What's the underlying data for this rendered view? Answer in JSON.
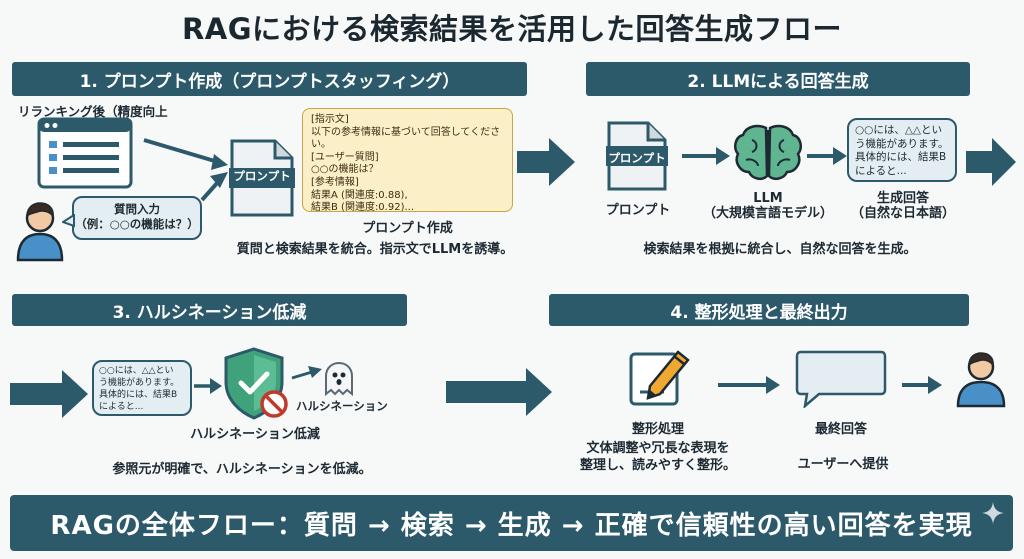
{
  "title": "RAGにおける検索結果を活用した回答生成フロー",
  "sections": {
    "s1": {
      "header": "1. プロンプト作成（プロンプトスタッフィング）",
      "rerank_label": "リランキング後（精度向上",
      "question_bubble": [
        "質問入力",
        "（例：○○の機能は？）"
      ],
      "doc_label": "プロンプト",
      "prompt_lines": [
        "[指示文]",
        "以下の参考情報に基づいて回答してくださ",
        "い。",
        "[ユーザー質問]",
        "○○の機能は？",
        "[参考情報]",
        "結果A (関連度:0.88),",
        "結果B (関連度:0.92)..."
      ],
      "caption_title": "プロンプト作成",
      "caption_desc": "質問と検索結果を統合。指示文でLLMを誘導。"
    },
    "s2": {
      "header": "2. LLMによる回答生成",
      "prompt_box": "プロンプト",
      "prompt_label": "プロンプト",
      "llm_label": [
        "LLM",
        "（大規模言語モデル）"
      ],
      "answer_bubble": [
        "○○には、△△とい",
        "う機能があります。",
        "具体的には、結果B",
        "によると..."
      ],
      "answer_label": [
        "生成回答",
        "（自然な日本語）"
      ],
      "caption_desc": "検索結果を根拠に統合し、自然な回答を生成。"
    },
    "s3": {
      "header": "3. ハルシネーション低減",
      "bubble": [
        "○○には、△△とい",
        "う機能があります。",
        "具体的には、結果B",
        "によると..."
      ],
      "ghost_label": "ハルシネーション",
      "shield_label": "ハルシネーション低減",
      "caption_desc": "参照元が明確で、ハルシネーションを低減。"
    },
    "s4": {
      "header": "4. 整形処理と最終出力",
      "format_label": "整形処理",
      "final_label": "最終回答",
      "format_desc": [
        "文体調整や冗長な表現を",
        "整理し、読みやすく整形。"
      ],
      "user_desc": "ユーザーへ提供"
    }
  },
  "footer": "RAGの全体フロー：質問 → 検索 → 生成 → 正確で信頼性の高い回答を実現",
  "colors": {
    "primary": "#2d5a6b",
    "bubble_fill": "#e4eef2",
    "prompt_fill": "#fbefc8",
    "shield_green": "#3fa27a",
    "ban_red": "#c0392b",
    "person_blue": "#4a90c8"
  }
}
